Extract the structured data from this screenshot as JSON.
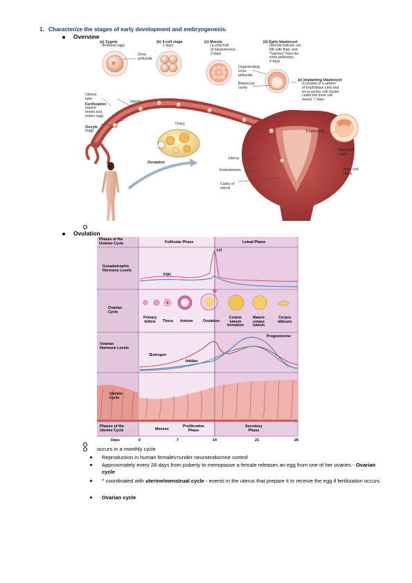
{
  "heading": {
    "number": "1.",
    "text": "Characterize the stages of early development and embryogenesis."
  },
  "bullets": {
    "overview": "Overview",
    "ovulation": "Ovulation"
  },
  "overview_fig": {
    "zygote_title": "(a) Zygote",
    "zygote_sub": "(fertilized egg)",
    "zona": "Zona\npellucida",
    "four_cell_title": "(b) 4-cell stage",
    "four_cell_sub": "2 days",
    "morula_title": "(c) Morula",
    "morula_sub": "(a solid ball\nof blastomeres).\n3 days",
    "early_blast_title": "(d) Early blastocyst",
    "early_blast_sub": "(Morula hollows out,\nfills with fluid, and\n\"hatches\" from the\nzona pellucida).\n4 days",
    "degenerating": "Degenerating\nzona\npellucida",
    "blastocyst_cavity": "Blastocyst\ncavity",
    "implanting_title": "(e) Implanting blastocyst",
    "implanting_sub": "(Consists of a sphere\nof trophoblast cells and\nan eccentric cell cluster\ncalled the inner cell\nmass). 7 days",
    "sperm": "Sperm",
    "uterine_tube": "Uterine\ntube",
    "fertilization_title": "Fertilization",
    "fertilization_sub": "(sperm\nmeets and\nenters egg)",
    "oocyte_title": "Oocyte",
    "oocyte_sub": "(egg)",
    "ovary": "Ovary",
    "ovulation": "Ovulation",
    "uterus": "Uterus",
    "endometrium": "Endometrium",
    "cavity": "Cavity of\nuterus",
    "trophoblast": "Trophoblast",
    "blastocyst_cavity2": "Blastocyst\ncavity",
    "inner_cell": "Inner cell\nmass"
  },
  "cycle_fig": {
    "phases_ovarian": "Phases of the\nOvarian Cycle",
    "follicular": "Follicular Phase",
    "luteal": "Luteal Phase",
    "gonado": "Gonadotrophic\nHormone Levels",
    "fsh": "FSH",
    "lh": "LH",
    "ovarian_cycle": "Ovarian\nCycle",
    "stages": [
      "Primary\nfollicle",
      "Theca",
      "Antrum",
      "Ovulation",
      "Corpus\nluteum\nformation",
      "Mature\ncorpus\nluteum",
      "Corpus\nalbicans"
    ],
    "ovarian_hormone": "Ovarian\nHormone Levels",
    "oestrogen": "Œstrogen",
    "inhibin": "Inhibin",
    "progesterone": "Progesterone",
    "uterine_cycle": "Uterine\nCycle",
    "phases_uterine": "Phases of the\nUterine Cycle",
    "menses": "Menses",
    "proliferative": "Proliferative\nPhase",
    "secretory": "Secretory\nPhase",
    "days_label": "Days",
    "days": [
      "0",
      "7",
      "14",
      "21",
      "28"
    ]
  },
  "body": {
    "sub_bullet": "occurs in a monthly cycle",
    "items": [
      {
        "text": "Reproduction in human females=under neuroendocrine control",
        "bold": ""
      },
      {
        "text": "Approximately every 28 days from puberty to menopause a female releases an egg from one of her ovaries - ",
        "bold": "Ovarian cycle"
      },
      {
        "pre": "^ coordinated with ",
        "bold": "uterine/menstrual cycle -",
        "post": " events in the uterus that prepare it to receive the egg if fertilization occurs"
      },
      {
        "bold": "Ovarian cycle"
      }
    ]
  }
}
